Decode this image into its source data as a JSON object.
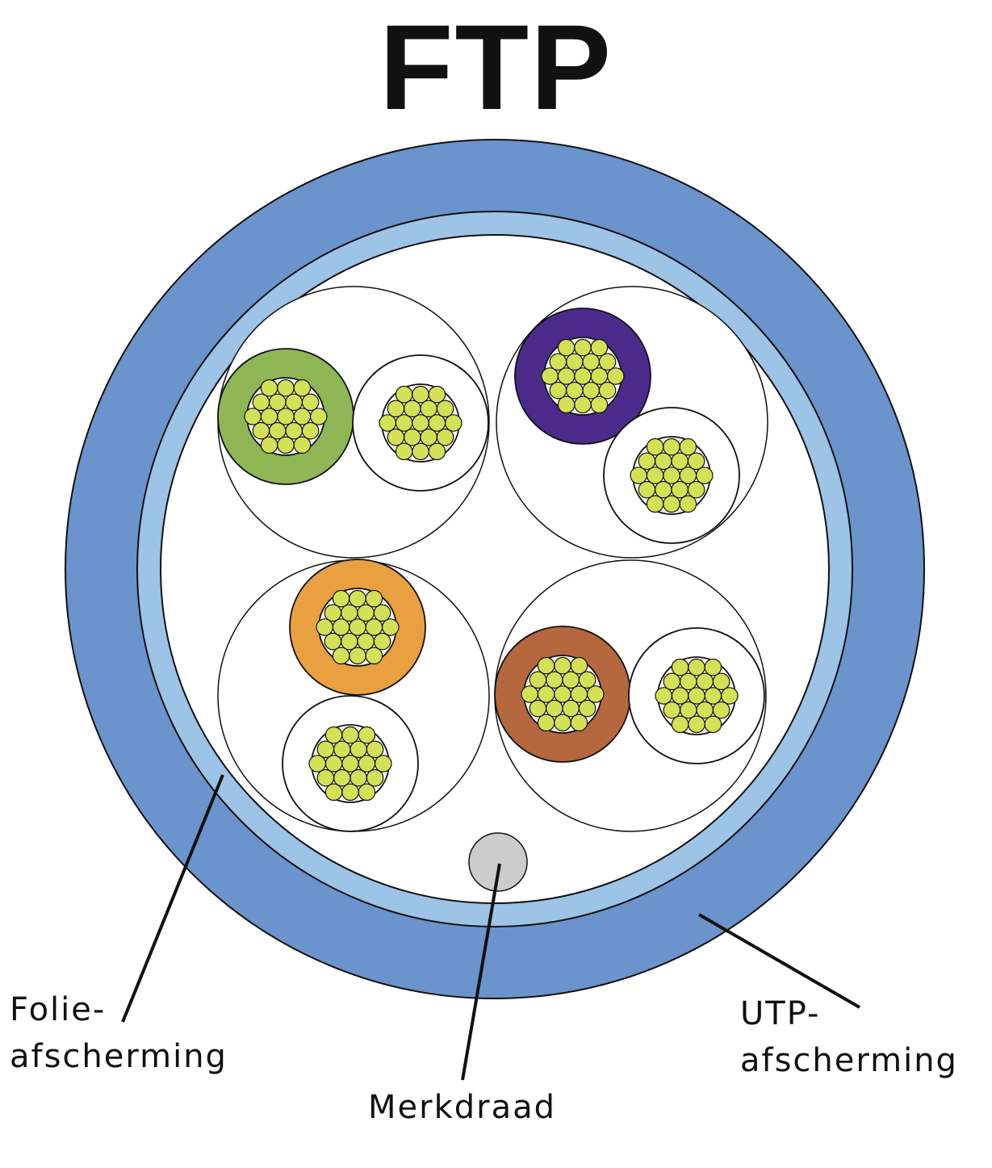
{
  "title": "FTP",
  "labels": {
    "foil": [
      "Folie-",
      "afscherming"
    ],
    "drain": "Merkdraad",
    "jacket": [
      "UTP-",
      "afscherming"
    ]
  },
  "colors": {
    "outer_jacket": "#6b93cc",
    "foil_shield": "#9dc3e6",
    "strand": "#d4e157",
    "drain_wire": "#cccccc",
    "insulation": [
      "#8fb654",
      "#4b2a8c",
      "#e8a040",
      "#b5673d"
    ],
    "line": "#111111"
  },
  "pairs": [
    {
      "name": "pair-green",
      "colored_insulation": "green"
    },
    {
      "name": "pair-purple",
      "colored_insulation": "purple"
    },
    {
      "name": "pair-orange",
      "colored_insulation": "orange"
    },
    {
      "name": "pair-brown",
      "colored_insulation": "brown"
    }
  ]
}
